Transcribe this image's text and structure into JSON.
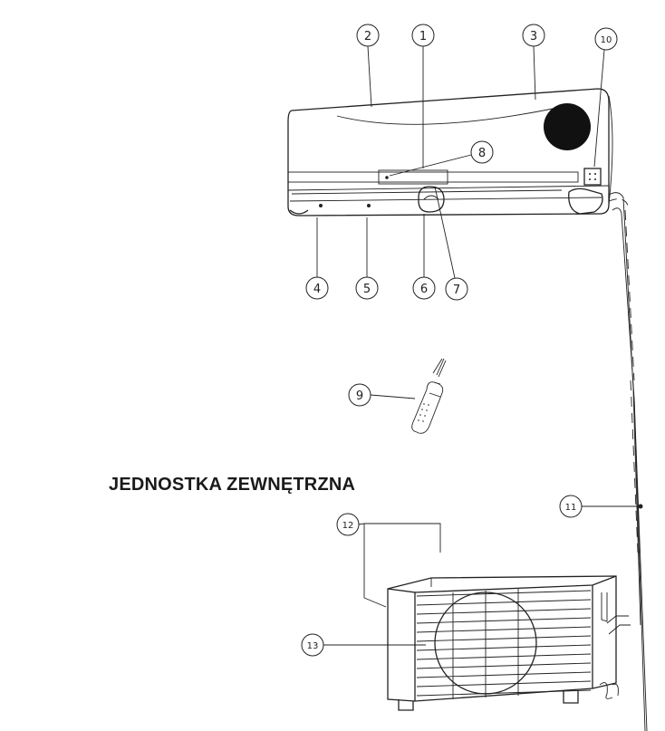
{
  "heading": "JEDNOSTKA ZEWNĘTRZNA",
  "callouts": [
    {
      "id": "c1",
      "label": "1"
    },
    {
      "id": "c2",
      "label": "2"
    },
    {
      "id": "c3",
      "label": "3"
    },
    {
      "id": "c4",
      "label": "4"
    },
    {
      "id": "c5",
      "label": "5"
    },
    {
      "id": "c6",
      "label": "6"
    },
    {
      "id": "c7",
      "label": "7"
    },
    {
      "id": "c8",
      "label": "8"
    },
    {
      "id": "c9",
      "label": "9"
    },
    {
      "id": "c10",
      "label": "10"
    },
    {
      "id": "c11",
      "label": "11"
    },
    {
      "id": "c12",
      "label": "12"
    },
    {
      "id": "c13",
      "label": "13"
    }
  ],
  "colors": {
    "line": "#222222",
    "background": "#ffffff"
  }
}
